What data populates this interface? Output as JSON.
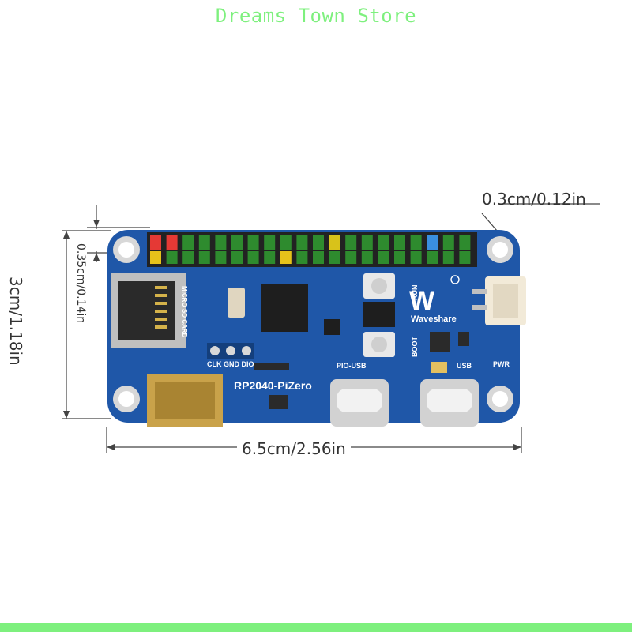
{
  "store_name": "Dreams Town Store",
  "dimensions": {
    "hole_offset": "0.3cm/0.12in",
    "hole_inset": "0.35cm/0.14in",
    "height": "3cm/1.18in",
    "width": "6.5cm/2.56in"
  },
  "board": {
    "name": "RP2040-PiZero",
    "brand": "Waveshare",
    "labels": {
      "sd": "MICRO SD CARD",
      "swd": "CLK GND DIO",
      "pio_usb": "PIO-USB",
      "usb": "USB",
      "boot": "BOOT",
      "run": "RUN",
      "pwr": "PWR"
    }
  },
  "colors": {
    "pcb": "#1f57a8",
    "store_text": "#7ef07e"
  }
}
